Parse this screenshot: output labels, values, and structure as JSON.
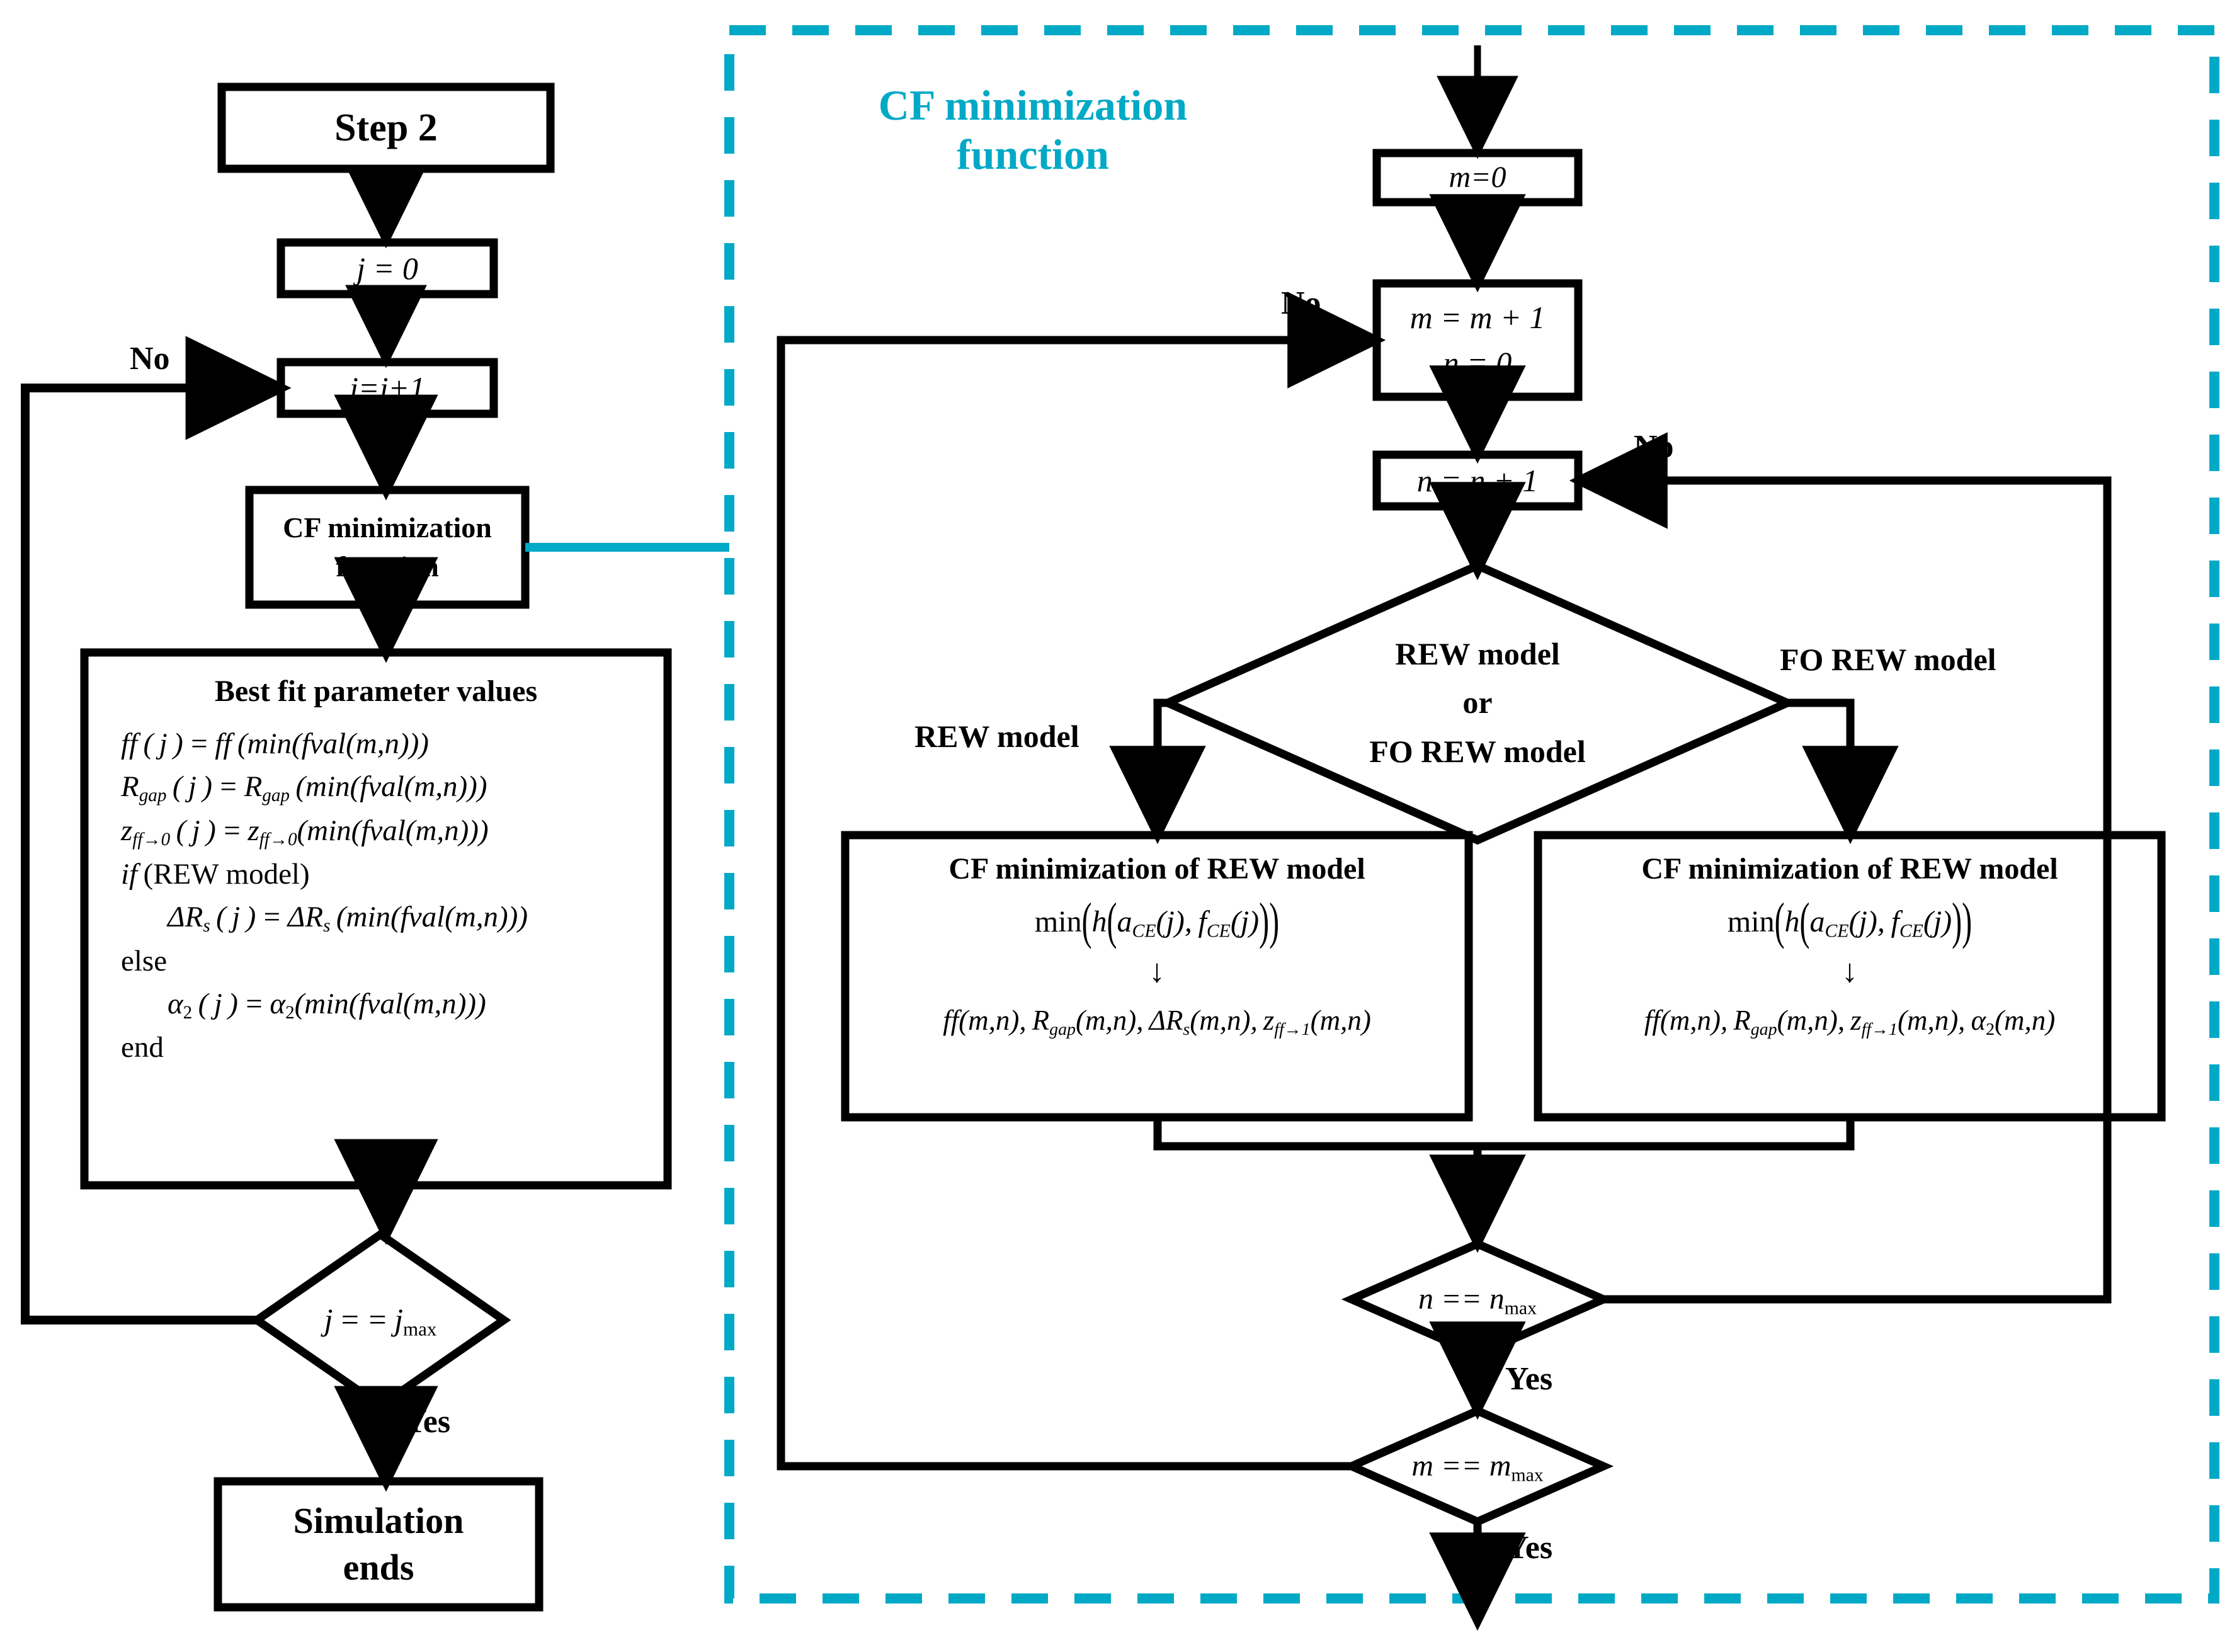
{
  "colors": {
    "accent_teal": "#00A9C6",
    "stroke_black": "#000000",
    "background": "#FFFFFF"
  },
  "panel": {
    "title_line1": "CF minimization",
    "title_line2": "function",
    "border_style": "dashed"
  },
  "left_flow": {
    "step2": "Step 2",
    "j_init": "j = 0",
    "j_incr": "j = j + 1",
    "cf_call_line1": "CF minimization",
    "cf_call_line2": "function",
    "best_fit": {
      "title": "Best fit parameter values",
      "lines": [
        "ff ( j ) = ff (min( fval( m , n )))",
        "R_gap ( j ) = R_gap (min( fval( m , n )))",
        "z_ff→0 ( j ) = z_ff→0 (min( fval( m , n )))",
        "if (REW model)",
        "    ΔR_s ( j ) = ΔR_s (min( fval( m , n )))",
        "else",
        "    α_2 ( j ) = α_2 (min( fval( m , n )))",
        "end"
      ]
    },
    "decision_j": "j == j_max",
    "end_line1": "Simulation",
    "end_line2": "ends",
    "label_no": "No",
    "label_yes": "Yes"
  },
  "right_flow": {
    "m_init": "m=0",
    "m_incr_line1": "m = m + 1",
    "m_incr_line2": "n = 0",
    "n_incr": "n = n + 1",
    "decision_model": {
      "line1": "REW model",
      "line2": "or",
      "line3": "FO REW model"
    },
    "branch_left_label": "REW model",
    "branch_right_label": "FO REW model",
    "box_rew": {
      "title": "CF minimization of REW model",
      "objective": "min( h( a_CE ( j ), f_CE ( j )))",
      "arrow": "↓",
      "outputs": "ff ( m , n ), R_gap ( m , n ), ΔR_s ( m , n ), z_ff→1 ( m , n )"
    },
    "box_forew": {
      "title": "CF minimization of REW model",
      "objective": "min( h( a_CE ( j ), f_CE ( j )))",
      "arrow": "↓",
      "outputs": "ff ( m , n ), R_gap ( m , n ), z_ff→1 ( m , n ), α_2 ( m , n )"
    },
    "decision_n": "n == n_max",
    "decision_m": "m == m_max",
    "label_no_m": "No",
    "label_no_n": "No",
    "label_yes_n": "Yes",
    "label_yes_m": "Yes"
  }
}
